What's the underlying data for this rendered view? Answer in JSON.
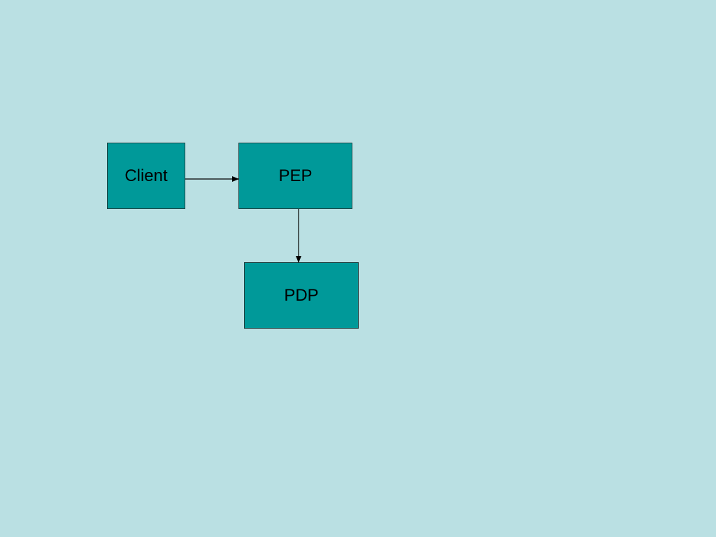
{
  "colors": {
    "background": "#bae0e3",
    "node_fill": "#009999",
    "node_border": "#1f3f3f",
    "text": "#000000",
    "connector": "#000000"
  },
  "diagram": {
    "nodes": [
      {
        "id": "client",
        "label": "Client"
      },
      {
        "id": "pep",
        "label": "PEP"
      },
      {
        "id": "pdp",
        "label": "PDP"
      }
    ],
    "edges": [
      {
        "from": "client",
        "to": "pep"
      },
      {
        "from": "pep",
        "to": "pdp"
      }
    ]
  }
}
